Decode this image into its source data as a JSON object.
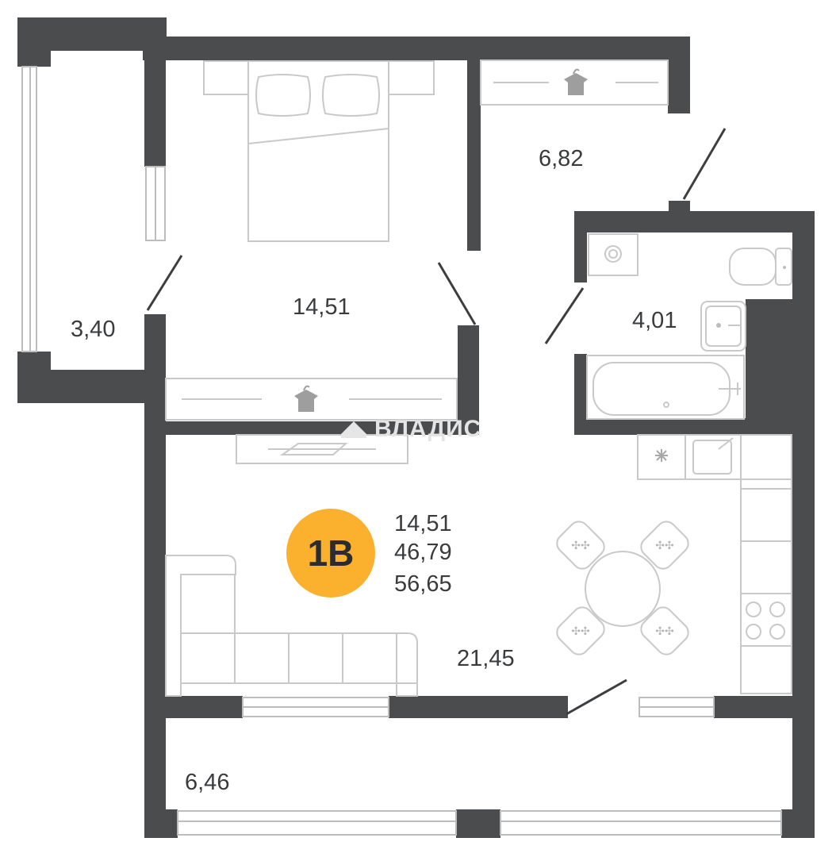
{
  "plan": {
    "badge": {
      "text": "1B",
      "color": "#fbb12e"
    },
    "watermark": "ВЛАДИС",
    "summary": {
      "living": "14,51",
      "living_total": "46,79",
      "total": "56,65"
    },
    "rooms": {
      "bedroom": "14,51",
      "hall": "6,82",
      "bathroom": "4,01",
      "loggia_left": "3,40",
      "kitchen_living": "21,45",
      "loggia_bottom": "6,46"
    },
    "colors": {
      "wall": "#4b4c4e",
      "furniture": "#c9c9c9",
      "accent": "#fbb12e"
    },
    "icons": [
      "hanger-icon",
      "boiler-icon",
      "toilet-icon",
      "sink-icon",
      "bathtub-icon",
      "stove-icon",
      "dining-chair-icon",
      "tv-icon",
      "sofa-icon",
      "bed-icon"
    ]
  }
}
